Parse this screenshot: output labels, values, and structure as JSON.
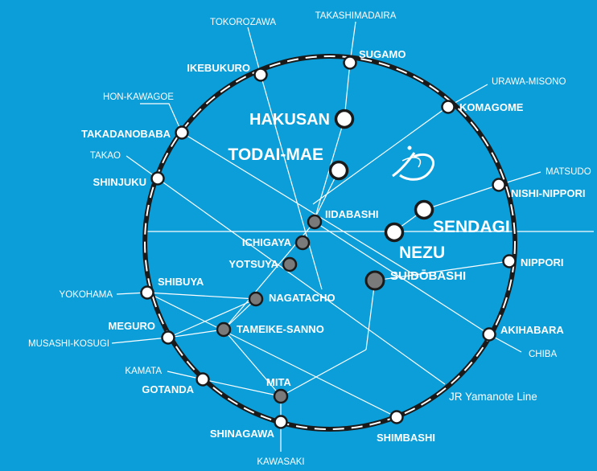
{
  "colors": {
    "background": "#0b9ed9",
    "ring": "#1a1a1a",
    "station_fill": "#ffffff",
    "subway_station_fill": "#7a7a7a"
  },
  "logo": {
    "icon": "university-logo",
    "text": "ID"
  },
  "line_label": "JR Yamanote Line",
  "main_stations": [
    {
      "name": "HAKUSAN"
    },
    {
      "name": "TODAI-MAE"
    },
    {
      "name": "SENDAGI"
    },
    {
      "name": "NEZU"
    },
    {
      "name": "SUIDŌBASHI"
    }
  ],
  "subway_stations": [
    {
      "name": "IIDABASHI"
    },
    {
      "name": "ICHIGAYA"
    },
    {
      "name": "YOTSUYA"
    },
    {
      "name": "NAGATACHO"
    },
    {
      "name": "TAMEIKE-SANNO"
    },
    {
      "name": "MITA"
    }
  ],
  "ring_stations": [
    {
      "name": "SUGAMO"
    },
    {
      "name": "KOMAGOME"
    },
    {
      "name": "NISHI-NIPPORI"
    },
    {
      "name": "NIPPORI"
    },
    {
      "name": "AKIHABARA"
    },
    {
      "name": "SHIMBASHI"
    },
    {
      "name": "SHINAGAWA"
    },
    {
      "name": "GOTANDA"
    },
    {
      "name": "MEGURO"
    },
    {
      "name": "SHIBUYA"
    },
    {
      "name": "SHINJUKU"
    },
    {
      "name": "TAKADANOBABA"
    },
    {
      "name": "IKEBUKURO"
    }
  ],
  "external_destinations": [
    {
      "name": "TAKASHIMADAIRA"
    },
    {
      "name": "TOKOROZAWA"
    },
    {
      "name": "URAWA-MISONO"
    },
    {
      "name": "HON-KAWAGOE"
    },
    {
      "name": "MATSUDO"
    },
    {
      "name": "TAKAO"
    },
    {
      "name": "YOKOHAMA"
    },
    {
      "name": "MUSASHI-KOSUGI"
    },
    {
      "name": "KAMATA"
    },
    {
      "name": "CHIBA"
    },
    {
      "name": "KAWASAKI"
    }
  ]
}
